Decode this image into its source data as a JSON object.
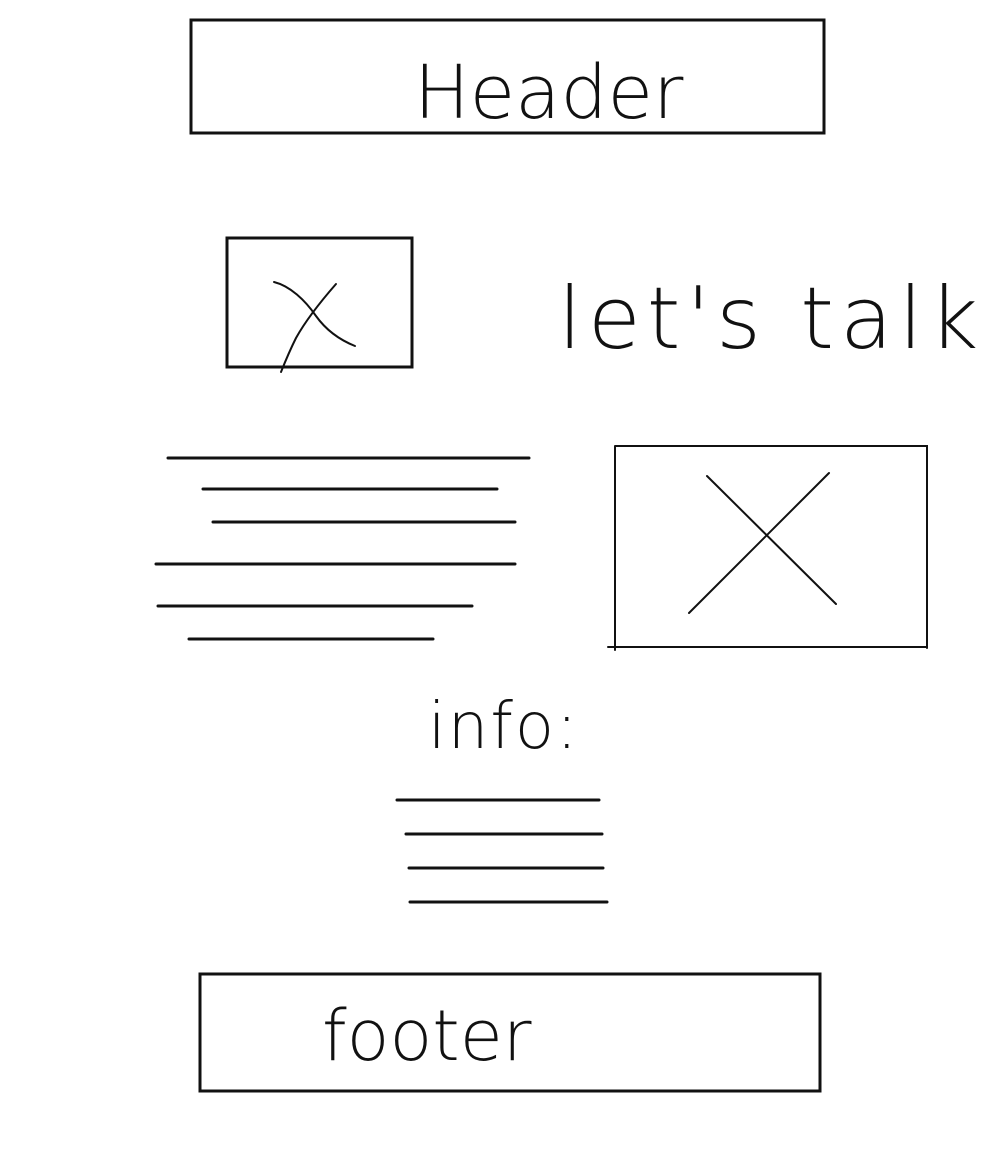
{
  "header": {
    "label": "Header"
  },
  "intro": {
    "heading": "let's talk",
    "image_placeholder_icon": "image-placeholder-x-icon"
  },
  "content": {
    "text_line_count": 6,
    "image_placeholder_icon": "image-placeholder-x-icon"
  },
  "info": {
    "heading": "info:",
    "text_line_count": 4
  },
  "footer": {
    "label": "footer"
  },
  "colors": {
    "ink": "#111111",
    "paper": "#ffffff"
  }
}
